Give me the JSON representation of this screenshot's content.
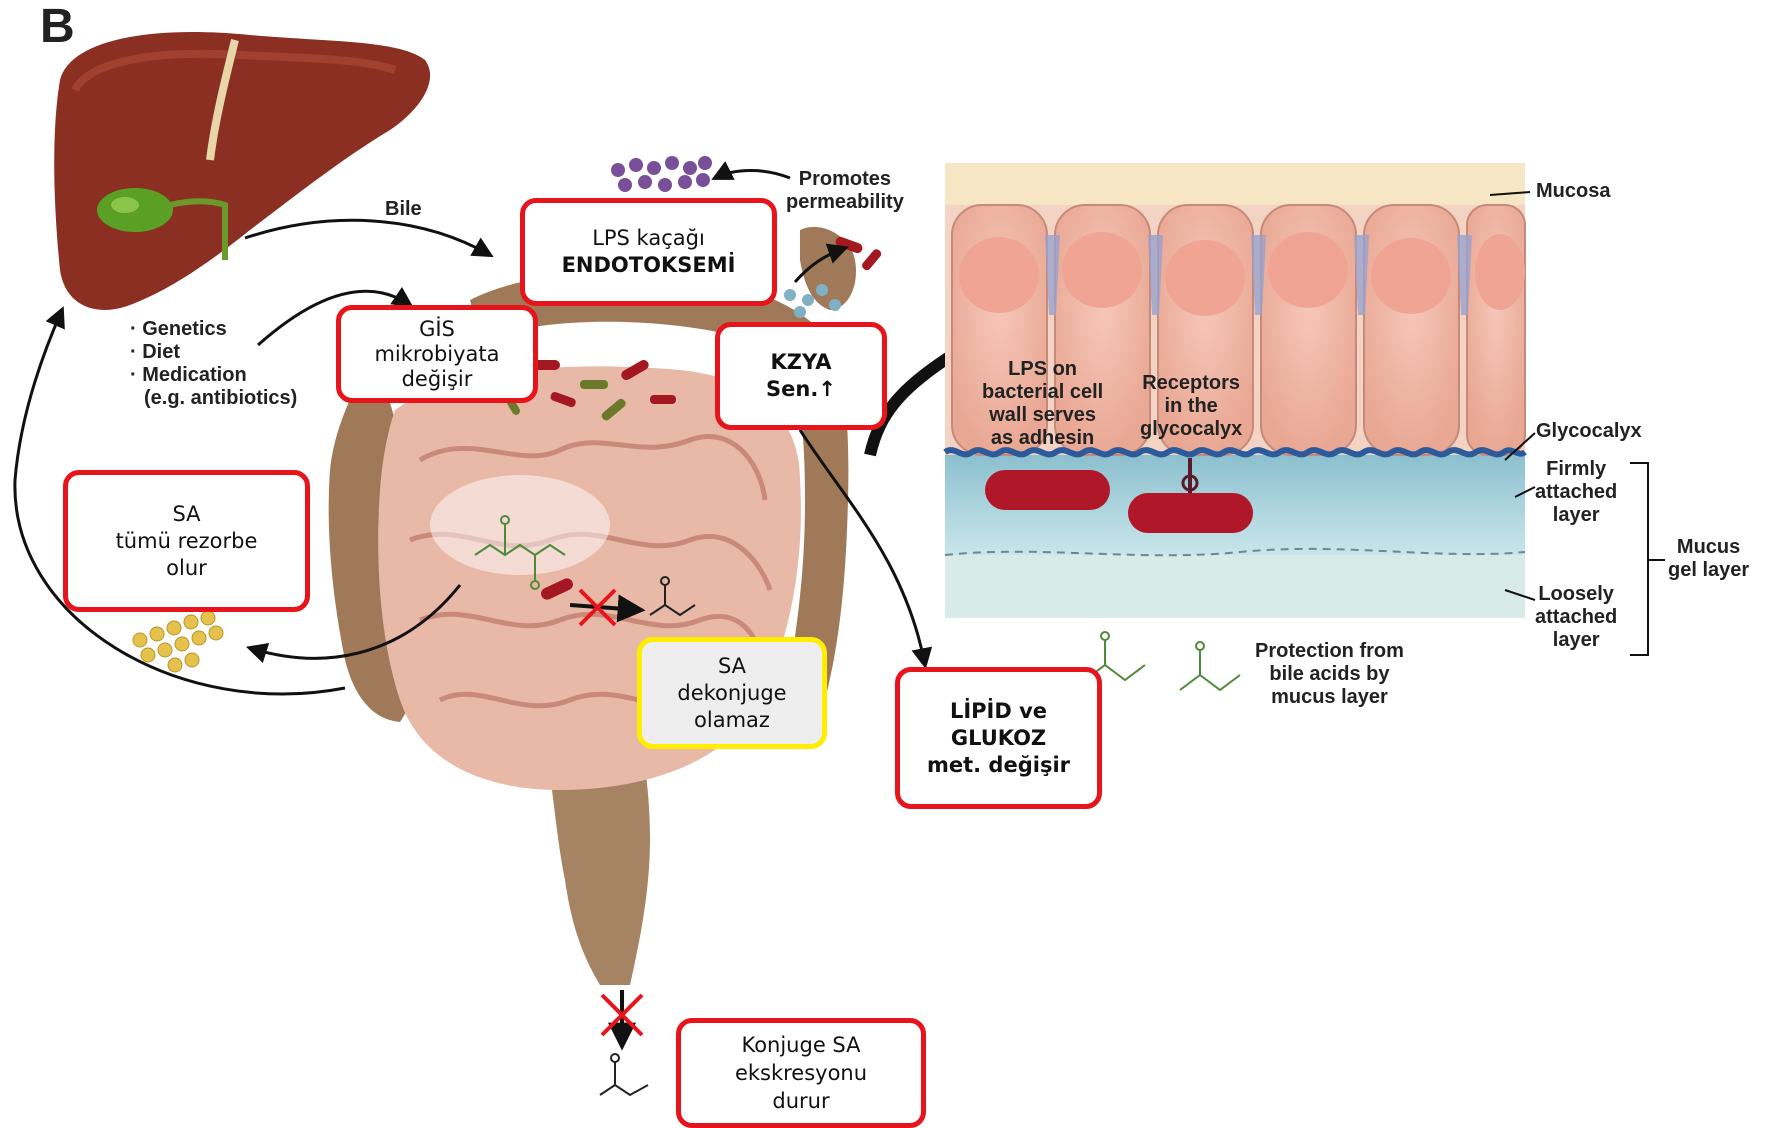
{
  "panel_letter": "B",
  "colors": {
    "box_border_red": "#e8141b",
    "box_border_yellow": "#ffee00",
    "liver": "#8b2f22",
    "gallbladder": "#5aa024",
    "intestine": "#e9b9a8",
    "colon": "#a07a58",
    "bacteria": "#a41822",
    "mucosa": "#f6e6c4",
    "mucus": "#a9d3de",
    "lps_dots": "#7a4f9a",
    "bile_acid_dots": "#e5c24c",
    "chemical_structure": "#4f8a3a"
  },
  "icons": [
    "liver-icon",
    "gallbladder-icon",
    "intestine-icon",
    "colon-icon",
    "bacteria-icon",
    "lps-particle-icon",
    "bile-acid-particle-icon",
    "bile-acid-structure-icon",
    "blocked-x-icon"
  ],
  "labels": {
    "bile": "Bile",
    "factors": [
      "Genetics",
      "Diet",
      "Medication",
      "(e.g. antibiotics)"
    ],
    "promotes": [
      "Promotes",
      "permeability"
    ],
    "lps_on": [
      "LPS on",
      "bacterial cell",
      "wall serves",
      "as adhesin"
    ],
    "receptors": [
      "Receptors",
      "in the",
      "glycocalyx"
    ],
    "mucosa": "Mucosa",
    "glycocalyx": "Glycocalyx",
    "firmly": [
      "Firmly",
      "attached",
      "layer"
    ],
    "loosely": [
      "Loosely",
      "attached",
      "layer"
    ],
    "mucus_gel": [
      "Mucus",
      "gel layer"
    ],
    "protection": [
      "Protection from",
      "bile acids by",
      "mucus layer"
    ]
  },
  "boxes": {
    "lps": [
      "LPS kaçağı",
      "ENDOTOKSEMİ"
    ],
    "gis": [
      "GİS",
      "mikrobiyata",
      "değişir"
    ],
    "kzya": [
      "KZYA",
      "Sen.↑"
    ],
    "sa_resorb": [
      "SA",
      "tümü rezorbe",
      "olur"
    ],
    "sa_deconj": [
      "SA",
      "dekonjuge",
      "olamaz"
    ],
    "lipid": [
      "LİPİD ve",
      "GLUKOZ",
      "met. değişir"
    ],
    "excretion": [
      "Konjuge SA",
      "ekskresyonu",
      "durur"
    ]
  }
}
